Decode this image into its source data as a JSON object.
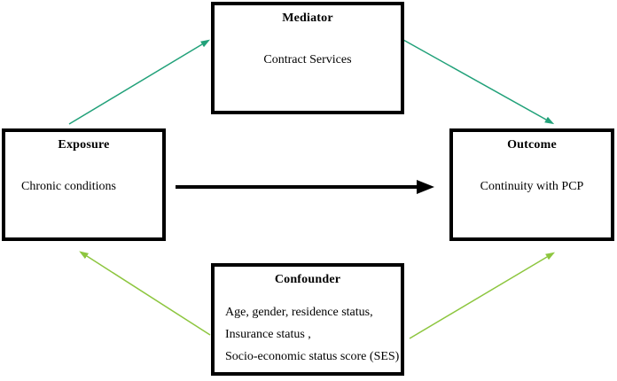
{
  "diagram": {
    "boxes": {
      "mediator": {
        "title": "Mediator",
        "content": "Contract Services"
      },
      "exposure": {
        "title": "Exposure",
        "content": "Chronic conditions"
      },
      "outcome": {
        "title": "Outcome",
        "content": "Continuity with PCP"
      },
      "confounder": {
        "title": "Confounder",
        "lines": [
          "Age, gender, residence status,",
          "Insurance status ,",
          "Socio-economic status score (SES)"
        ]
      }
    },
    "arrows": [
      {
        "name": "exposure-to-mediator",
        "color": "#21a179"
      },
      {
        "name": "mediator-to-outcome",
        "color": "#21a179"
      },
      {
        "name": "exposure-to-outcome",
        "color": "#000000"
      },
      {
        "name": "confounder-to-exposure",
        "color": "#8dc63f"
      },
      {
        "name": "confounder-to-outcome",
        "color": "#8dc63f"
      }
    ],
    "colors": {
      "box_border": "#000000",
      "background": "#ffffff",
      "teal_arrow": "#21a179",
      "green_arrow": "#8dc63f",
      "black_arrow": "#000000"
    }
  }
}
